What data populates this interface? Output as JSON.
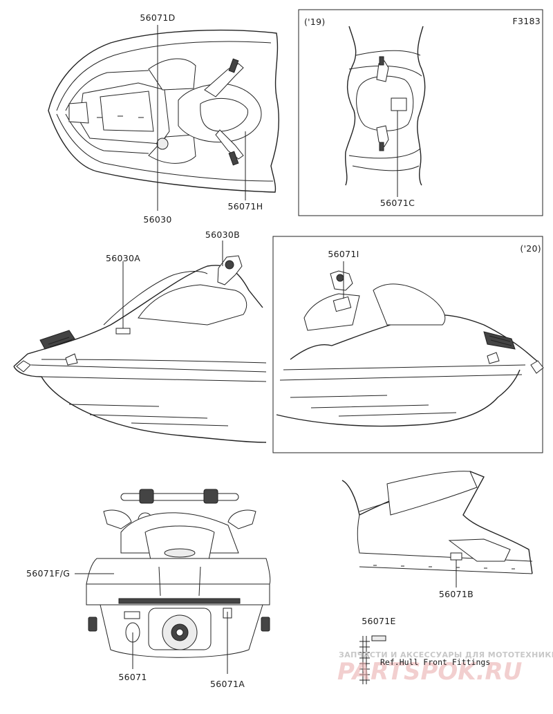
{
  "figure_code": "F3183",
  "insets": {
    "year_2019": "('19)",
    "year_2020": "('20)"
  },
  "parts": [
    {
      "id": "p1",
      "code": "56071D"
    },
    {
      "id": "p2",
      "code": "56030"
    },
    {
      "id": "p3",
      "code": "56071H"
    },
    {
      "id": "p4",
      "code": "56071C"
    },
    {
      "id": "p5",
      "code": "56030B"
    },
    {
      "id": "p6",
      "code": "56030A"
    },
    {
      "id": "p7",
      "code": "56071I"
    },
    {
      "id": "p8",
      "code": "56071F/G"
    },
    {
      "id": "p9",
      "code": "56071"
    },
    {
      "id": "p10",
      "code": "56071A"
    },
    {
      "id": "p11",
      "code": "56071B"
    },
    {
      "id": "p12",
      "code": "56071E"
    }
  ],
  "reference_note": "Ref.Hull Front Fittings",
  "watermark": {
    "tagline": "ЗАПЧАСТИ И АКСЕССУАРЫ ДЛЯ МОТОТЕХНИКИ",
    "brand": "PARTSPOK.RU"
  },
  "colors": {
    "line": "#222222",
    "background": "#ffffff",
    "watermark_red": "#e8a8a8"
  }
}
